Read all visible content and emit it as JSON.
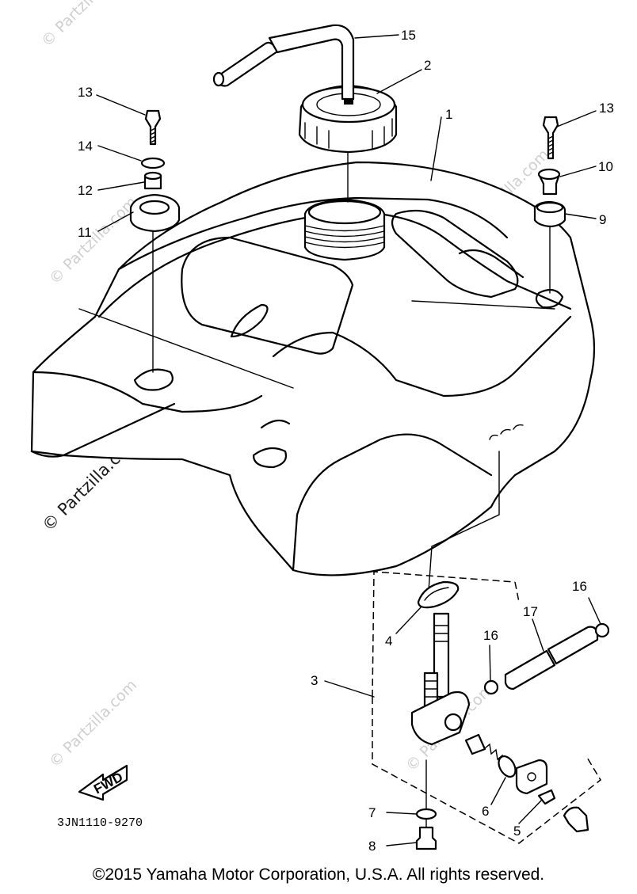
{
  "callouts": {
    "c1": "1",
    "c2": "2",
    "c3": "3",
    "c4": "4",
    "c5": "5",
    "c6": "6",
    "c7": "7",
    "c8": "8",
    "c9": "9",
    "c10": "10",
    "c11": "11",
    "c12": "12",
    "c13a": "13",
    "c13b": "13",
    "c14": "14",
    "c15": "15",
    "c16a": "16",
    "c16b": "16",
    "c17": "17"
  },
  "fwd_label": "FWD",
  "part_code": "3JN1110-9270",
  "watermark": "© Partzilla.com",
  "copyright": "©2015  Yamaha Motor Corporation, U.S.A. All rights reserved."
}
